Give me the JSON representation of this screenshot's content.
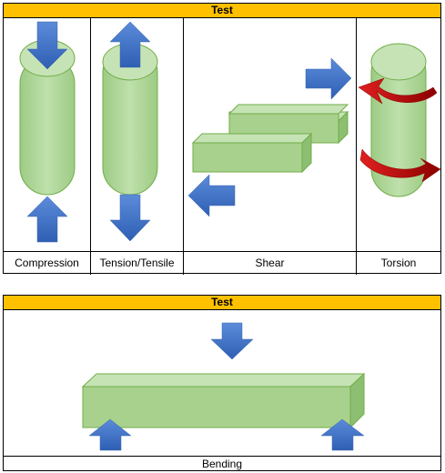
{
  "top_table": {
    "header": "Test",
    "columns": [
      {
        "label": "Compression"
      },
      {
        "label": "Tension/Tensile"
      },
      {
        "label": "Shear"
      },
      {
        "label": "Torsion"
      }
    ]
  },
  "bottom_table": {
    "header": "Test",
    "label": "Bending"
  },
  "colors": {
    "header_bg": "#FFC000",
    "specimen_fill": "#A9D18E",
    "specimen_stroke": "#70AD47",
    "arrow_blue": "#4472C4",
    "arrow_red": "#C00000"
  }
}
